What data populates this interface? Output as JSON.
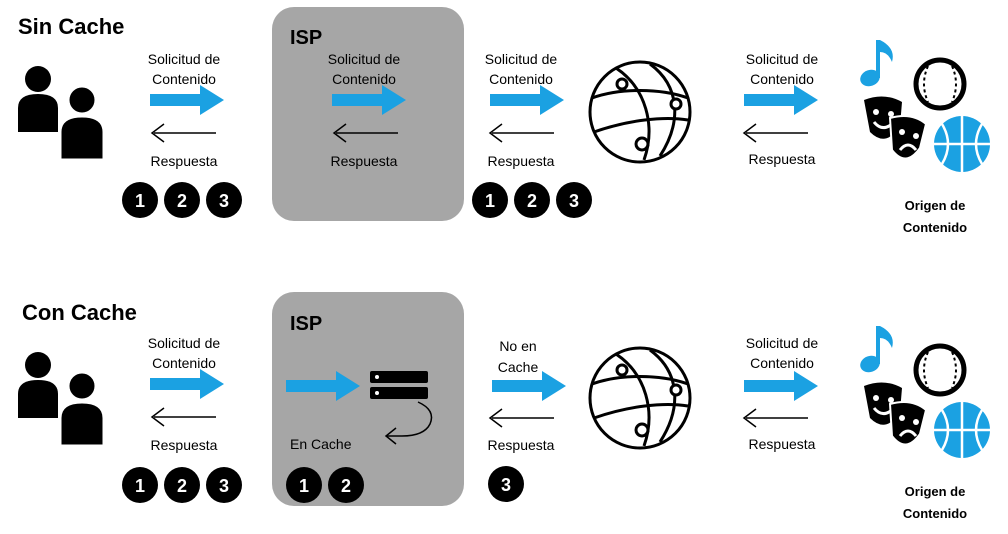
{
  "colors": {
    "arrow": "#1ba1e2",
    "isp_box": "#a6a6a6",
    "ball": "#1ba1e2"
  },
  "top": {
    "title": "Sin Cache",
    "isp_label": "ISP",
    "request_label_1": "Solicitud de",
    "request_label_2": "Contenido",
    "response_label": "Respuesta",
    "badges": [
      "1",
      "2",
      "3"
    ]
  },
  "bottom": {
    "title": "Con Cache",
    "isp_label": "ISP",
    "request_label_1": "Solicitud de",
    "request_label_2": "Contenido",
    "not_cached_1": "No en",
    "not_cached_2": "Cache",
    "in_cache": "En Cache",
    "response_label": "Respuesta",
    "user_badges": [
      "1",
      "2",
      "3"
    ],
    "cache_badges": [
      "1",
      "2"
    ],
    "internet_badges": [
      "3"
    ]
  },
  "origin": {
    "line1": "Origen de",
    "line2": "Contenido"
  }
}
